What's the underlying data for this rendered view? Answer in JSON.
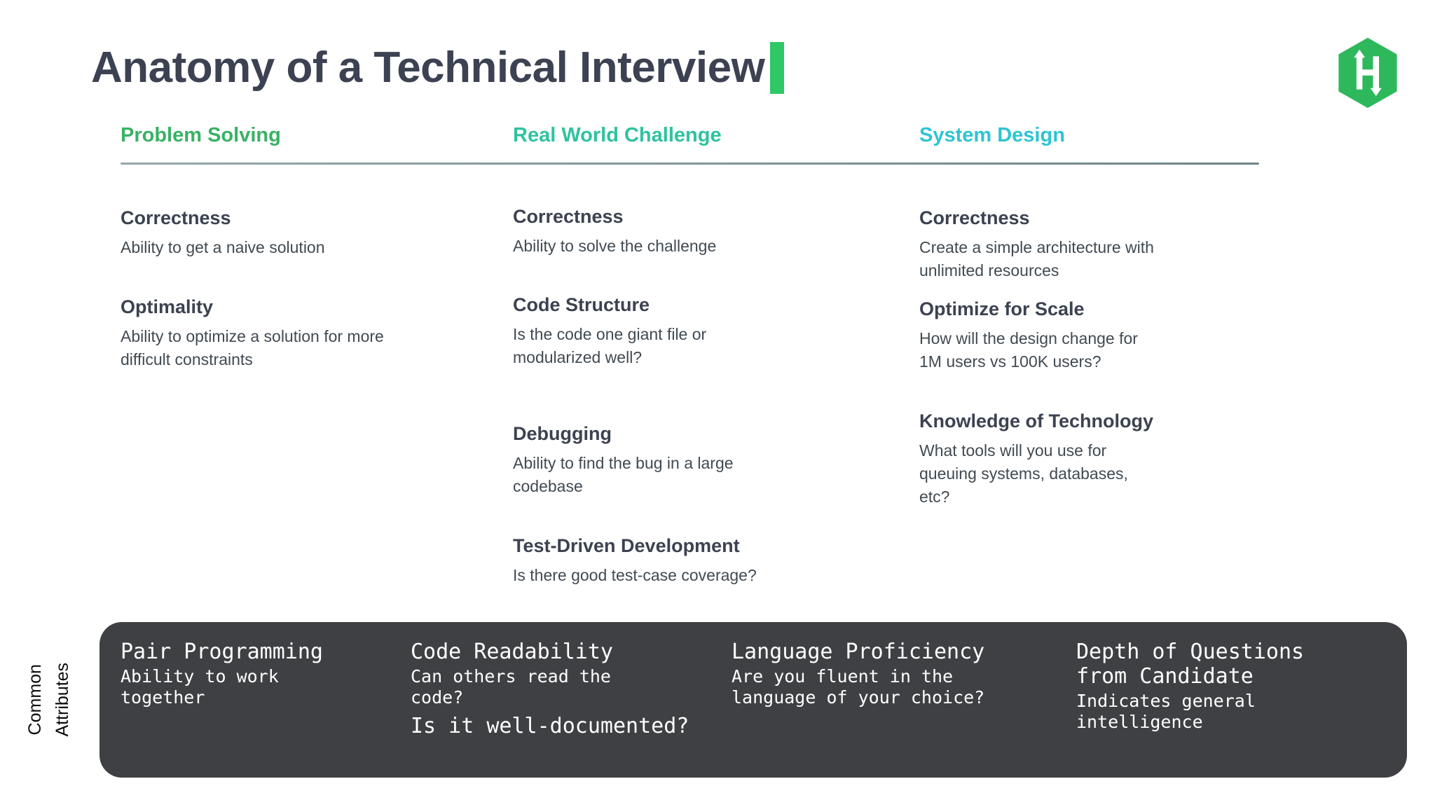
{
  "header": {
    "title": "Anatomy of a Technical Interview",
    "caret_color": "#2ec866",
    "logo_name": "hackerrank-logo",
    "logo_color": "#2eb85c"
  },
  "columns": [
    {
      "heading": "Problem Solving",
      "color": "#38b264",
      "items": [
        {
          "title": "Correctness",
          "desc": "Ability to get a naive solution"
        },
        {
          "title": "Optimality",
          "desc": "Ability to optimize a solution for more difficult constraints"
        }
      ]
    },
    {
      "heading": "Real World Challenge",
      "color": "#2fc2a0",
      "items": [
        {
          "title": "Correctness",
          "desc": "Ability to solve the challenge"
        },
        {
          "title": "Code Structure",
          "desc": "Is the code one giant file or modularized well?"
        },
        {
          "title": "Debugging",
          "desc": "Ability to find the bug in a large codebase"
        },
        {
          "title": "Test-Driven Development",
          "desc": "Is there good test-case coverage?"
        }
      ]
    },
    {
      "heading": "System Design",
      "color": "#2ec4d4",
      "items": [
        {
          "title": "Correctness",
          "desc": "Create a simple architecture with unlimited resources"
        },
        {
          "title": "Optimize for Scale",
          "desc": "How will the design change for 1M users vs 100K users?"
        },
        {
          "title": "Knowledge of Technology",
          "desc": "What tools will you use for queuing systems, databases, etc?"
        }
      ]
    }
  ],
  "common": {
    "side_label_line1": "Common",
    "side_label_line2": "Attributes",
    "bar_color": "#3f4043",
    "items": [
      {
        "title": "Pair Programming",
        "desc": "Ability to work\ntogether",
        "extra": ""
      },
      {
        "title": "Code Readability",
        "desc": "Can others read the\ncode?",
        "extra": "Is it well-documented?"
      },
      {
        "title": "Language Proficiency",
        "desc": "Are you fluent in the\nlanguage of your choice?",
        "extra": ""
      },
      {
        "title": "Depth of Questions\nfrom Candidate",
        "desc": "Indicates general\nintelligence",
        "extra": ""
      }
    ]
  }
}
